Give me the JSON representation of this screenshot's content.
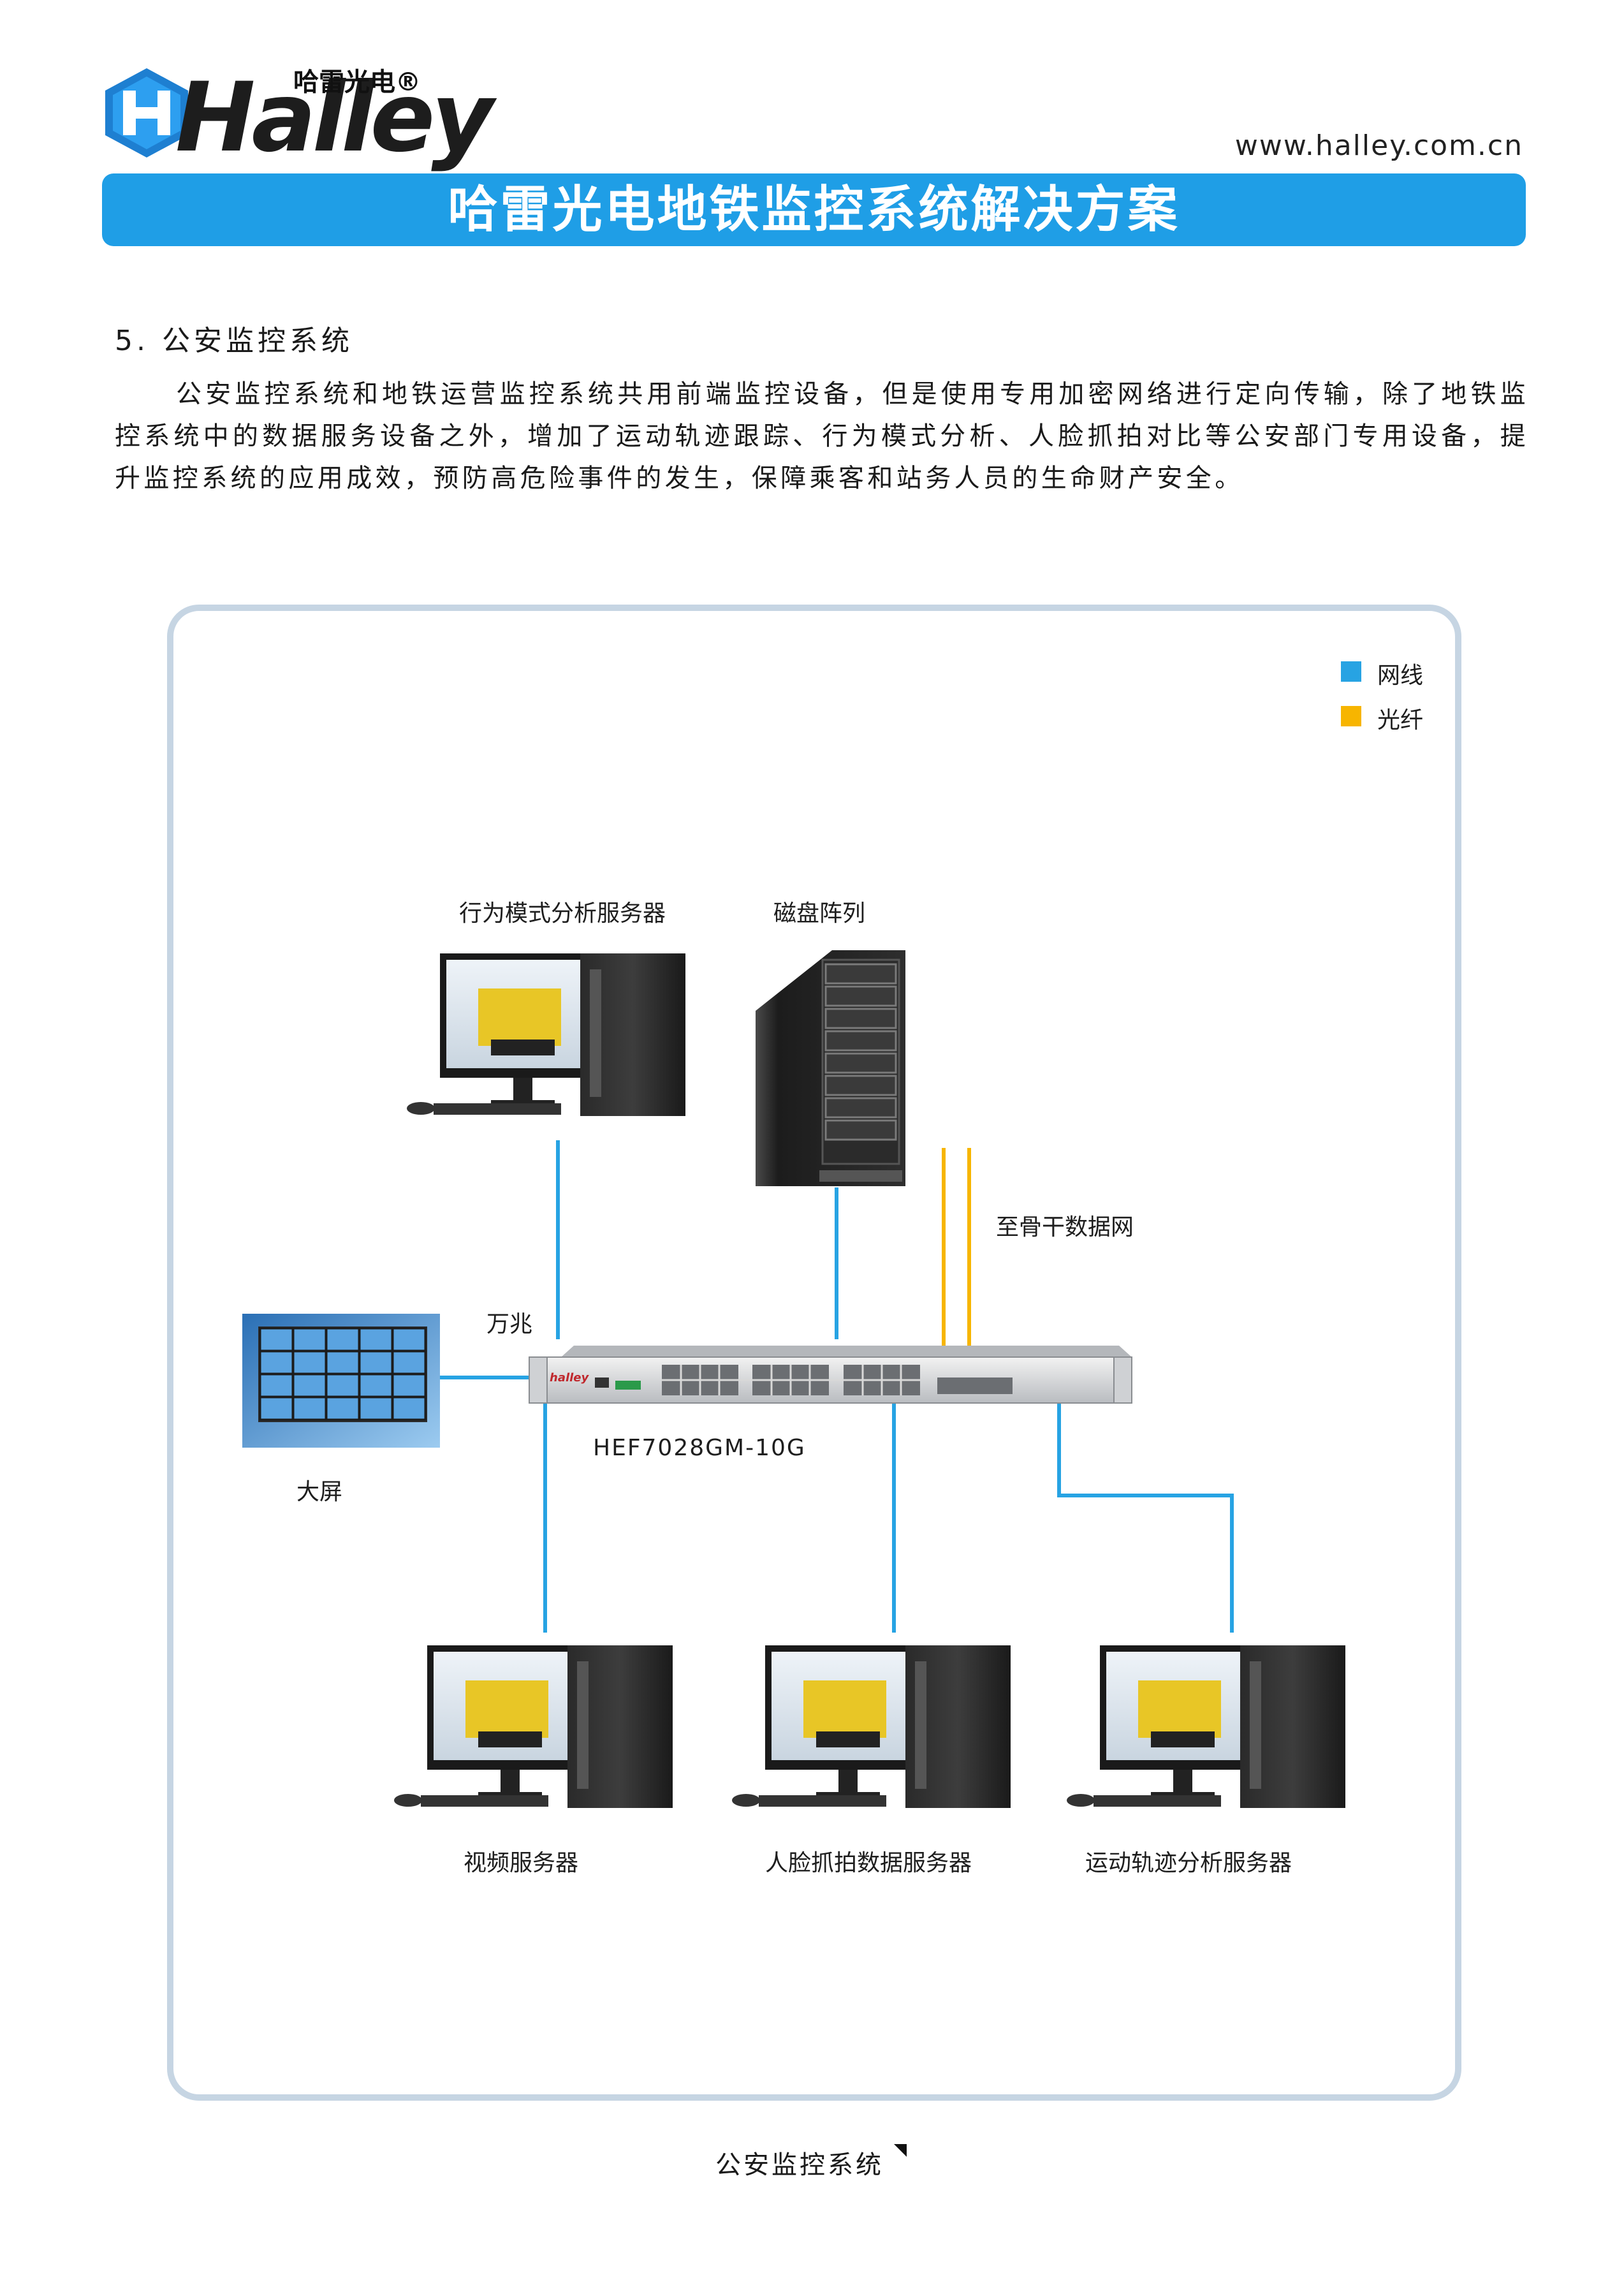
{
  "header": {
    "logo_text": "Halley",
    "logo_cn": "哈雷光电®",
    "url": "www.halley.com.cn",
    "title": "哈雷光电地铁监控系统解决方案"
  },
  "section": {
    "title": "5.  公安监控系统",
    "paragraph": "公安监控系统和地铁运营监控系统共用前端监控设备，但是使用专用加密网络进行定向传输，除了地铁监控系统中的数据服务设备之外，增加了运动轨迹跟踪、行为模式分析、人脸抓拍对比等公安部门专用设备，提升监控系统的应用成效，预防高危险事件的发生，保障乘客和站务人员的生命财产安全。"
  },
  "legend": [
    {
      "label": "网线",
      "color": "#27a3e3"
    },
    {
      "label": "光纤",
      "color": "#f7b500"
    }
  ],
  "diagram": {
    "behavior_server": "行为模式分析服务器",
    "disk_array": "磁盘阵列",
    "backbone": "至骨干数据网",
    "ten_gig": "万兆",
    "switch_model": "HEF7028GM-10G",
    "big_screen": "大屏",
    "video_server": "视频服务器",
    "face_server": "人脸抓拍数据服务器",
    "track_server": "运动轨迹分析服务器",
    "switch_logo": "halley"
  },
  "caption": "公安监控系统"
}
